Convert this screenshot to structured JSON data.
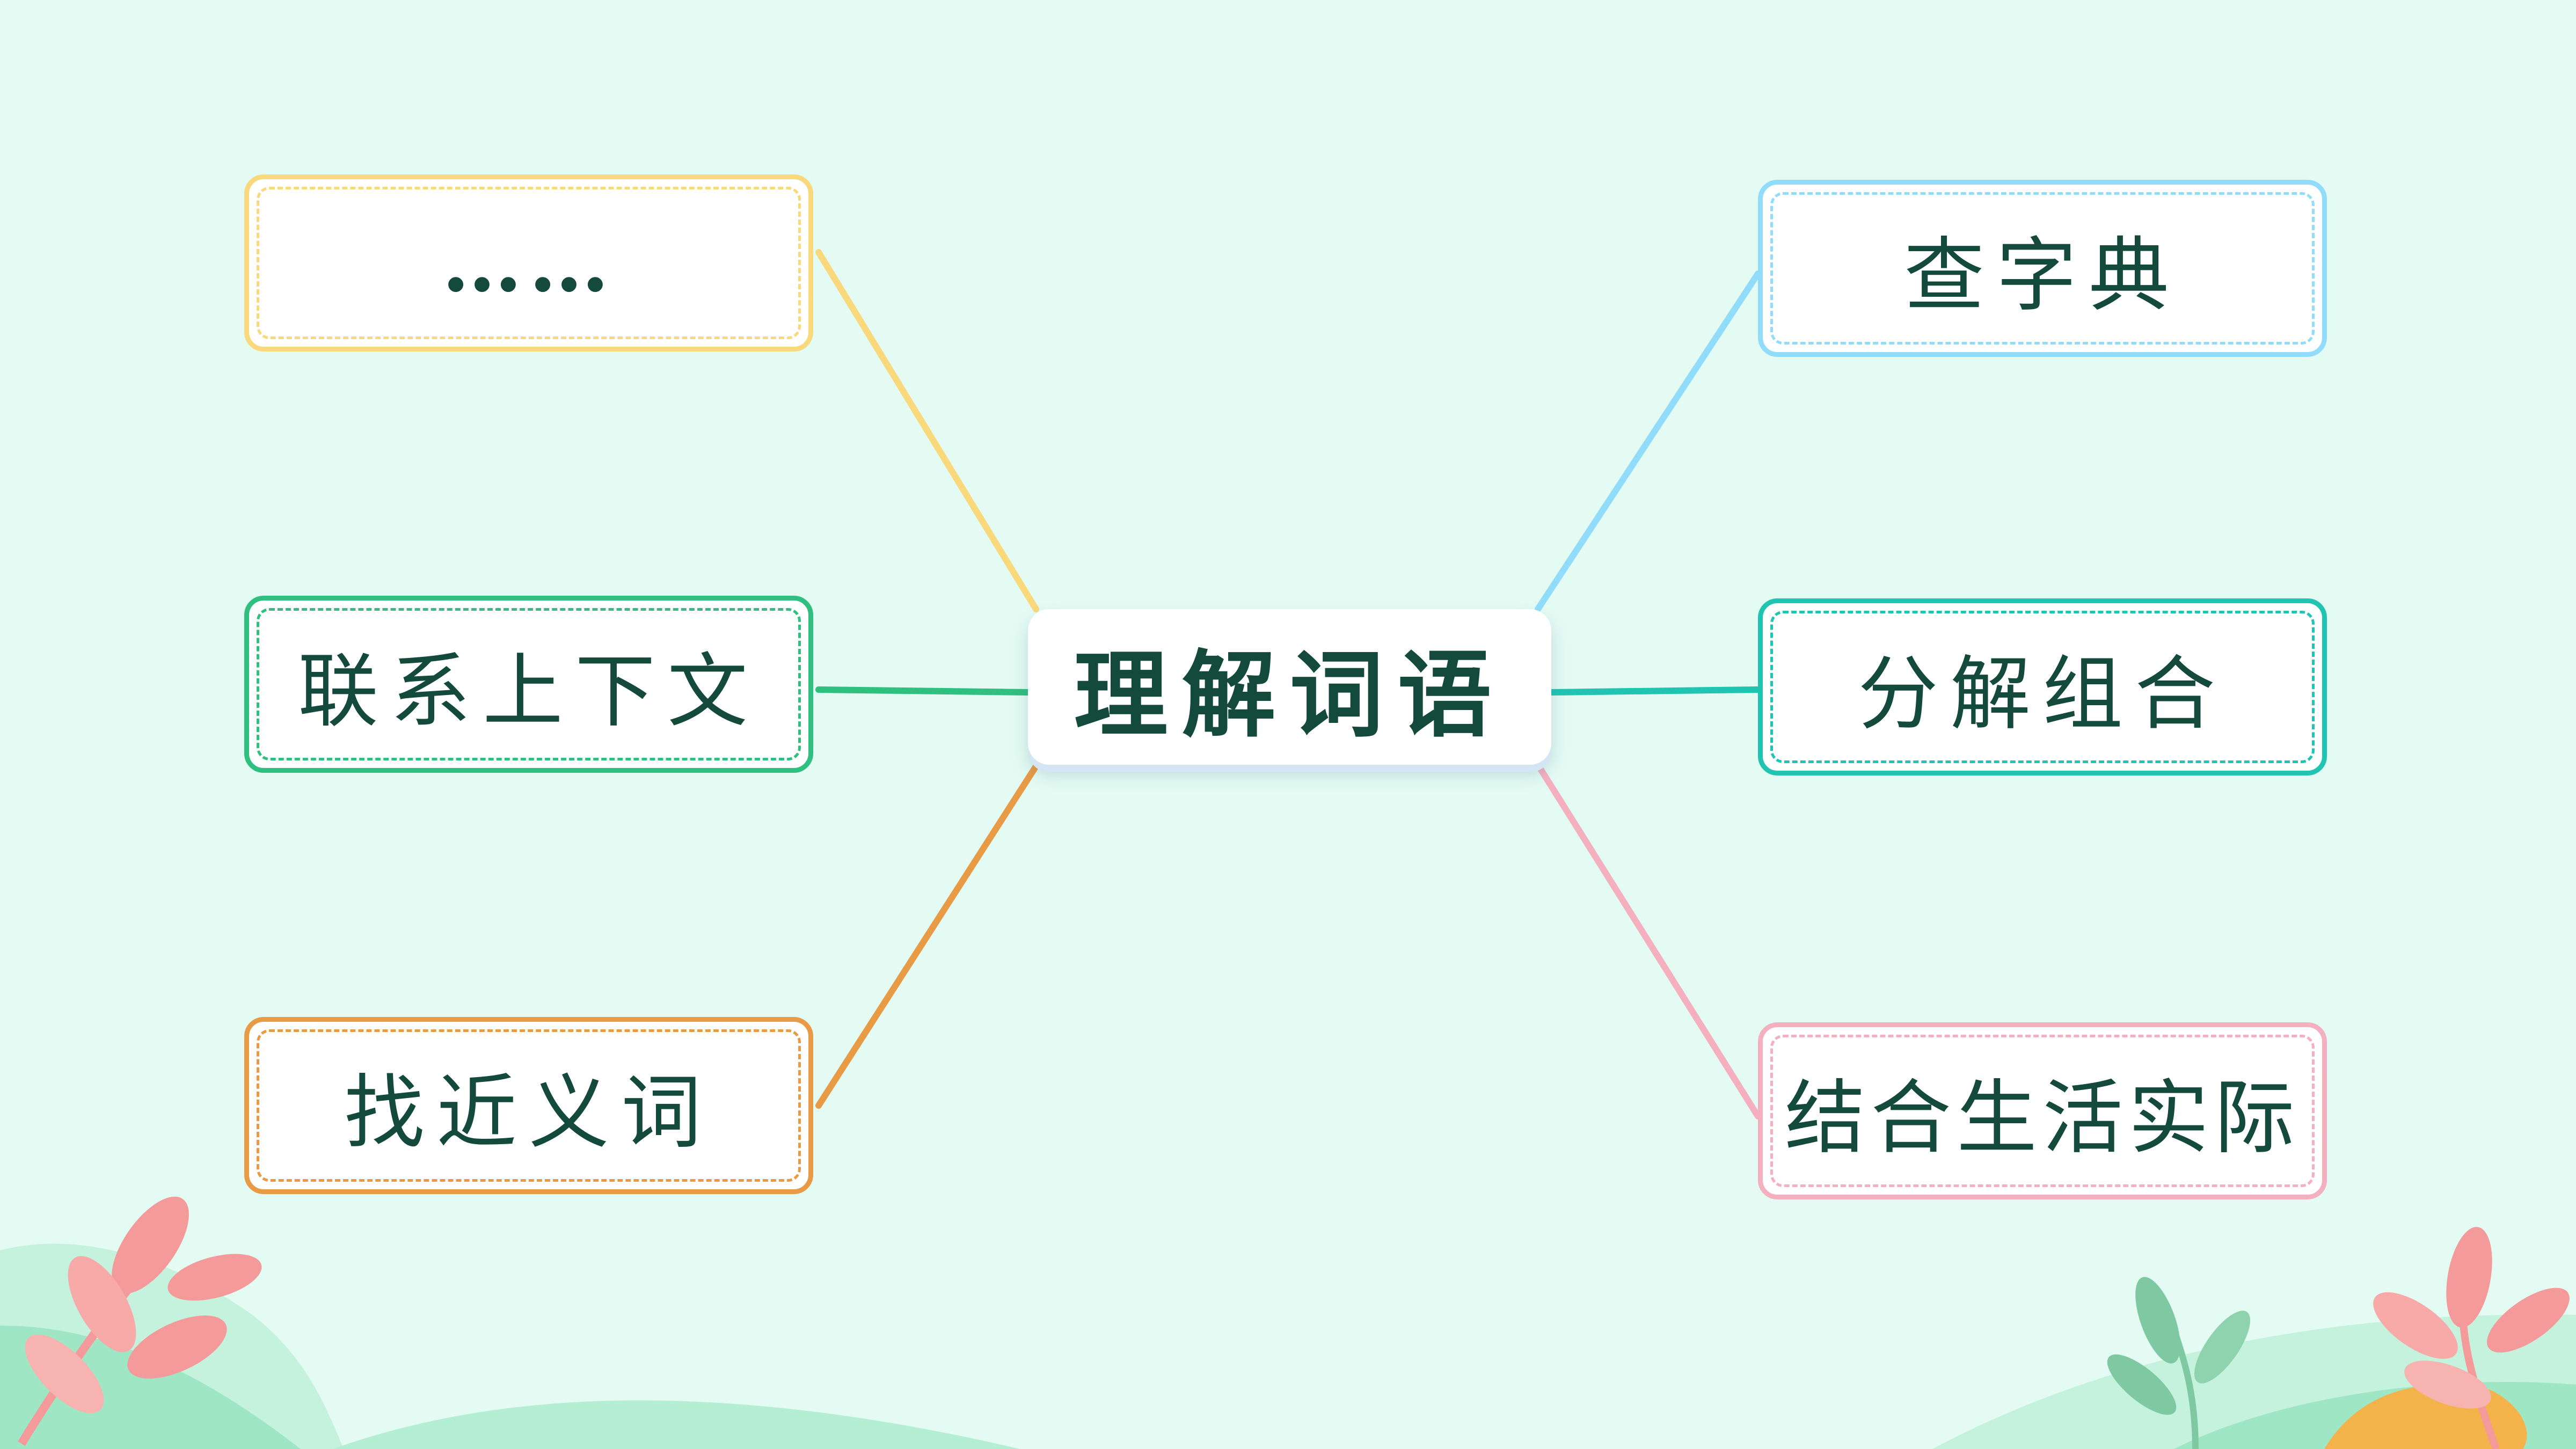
{
  "diagram": {
    "center": {
      "label": "理解词语"
    },
    "left_nodes": [
      {
        "label": "……",
        "color": "#f9d97c"
      },
      {
        "label": "联系上下文",
        "color": "#2fbf7f"
      },
      {
        "label": "找近义词",
        "color": "#e89a45"
      }
    ],
    "right_nodes": [
      {
        "label": "查字典",
        "color": "#92dcfb"
      },
      {
        "label": "分解组合",
        "color": "#20c4b1"
      },
      {
        "label": "结合生活实际",
        "color": "#f4b0bf"
      }
    ]
  },
  "colors": {
    "background": "#e3fbf3",
    "text": "#144a3c",
    "hill_light": "#c4f2dc",
    "hill_mid": "#9fe6c4",
    "leaf_pink": "#f59a9a",
    "leaf_green": "#7fc9a2",
    "accent_orange": "#f4b24a"
  }
}
